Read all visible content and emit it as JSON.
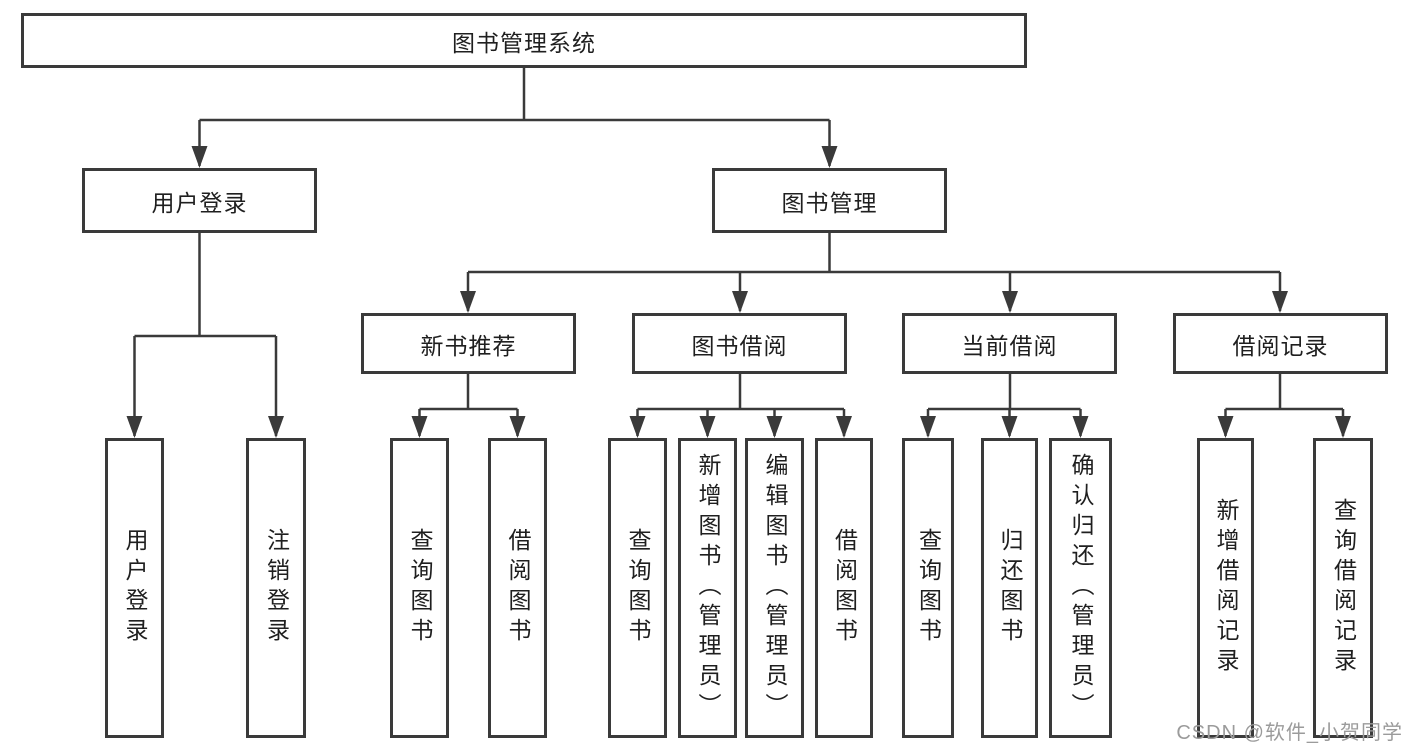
{
  "diagram": {
    "type": "hierarchy-tree",
    "title": "图书管理系统"
  },
  "tree": {
    "label": "图书管理系统",
    "children": [
      {
        "label": "用户登录",
        "children": [
          {
            "label": "用户登录"
          },
          {
            "label": "注销登录"
          }
        ]
      },
      {
        "label": "图书管理",
        "children": [
          {
            "label": "新书推荐",
            "children": [
              {
                "label": "查询图书"
              },
              {
                "label": "借阅图书"
              }
            ]
          },
          {
            "label": "图书借阅",
            "children": [
              {
                "label": "查询图书"
              },
              {
                "label": "新增图书（管理员）"
              },
              {
                "label": "编辑图书（管理员）"
              },
              {
                "label": "借阅图书"
              }
            ]
          },
          {
            "label": "当前借阅",
            "children": [
              {
                "label": "查询图书"
              },
              {
                "label": "归还图书"
              },
              {
                "label": "确认归还（管理员）"
              }
            ]
          },
          {
            "label": "借阅记录",
            "children": [
              {
                "label": "新增借阅记录"
              },
              {
                "label": "查询借阅记录"
              }
            ]
          }
        ]
      }
    ]
  },
  "watermark": "CSDN @软件_小贺同学",
  "colors": {
    "box_border": "#3a3a3a",
    "connector_line": "#3a3a3a",
    "text": "#1f1f1f",
    "background": "#ffffff",
    "watermark": "#9b9b9b"
  }
}
